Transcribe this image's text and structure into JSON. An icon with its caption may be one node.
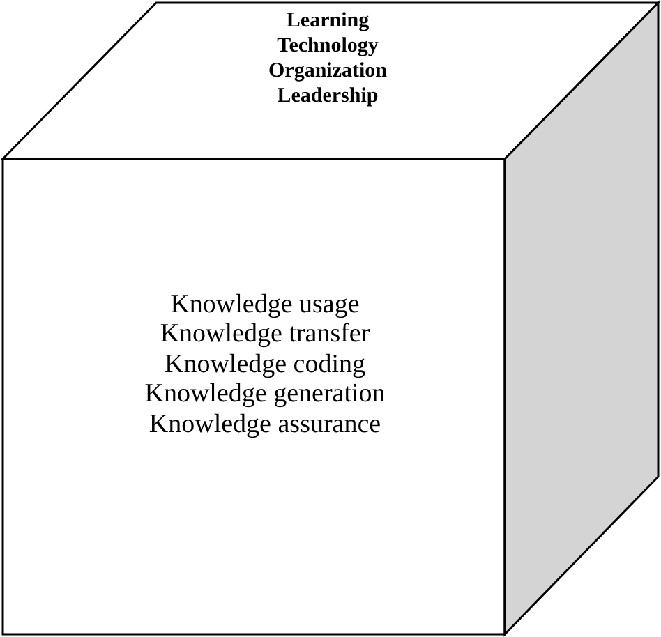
{
  "diagram": {
    "nodes": [
      {
        "text": [
          "Learning",
          "Technology",
          "Organization",
          "Leadership"
        ]
      },
      {
        "text": [
          "Knowledge usage",
          "Knowledge transfer",
          "Knowledge coding",
          "Knowledge generation",
          "Knowledge assurance"
        ]
      },
      {
        "text": [],
        "shape": "box"
      }
    ]
  }
}
